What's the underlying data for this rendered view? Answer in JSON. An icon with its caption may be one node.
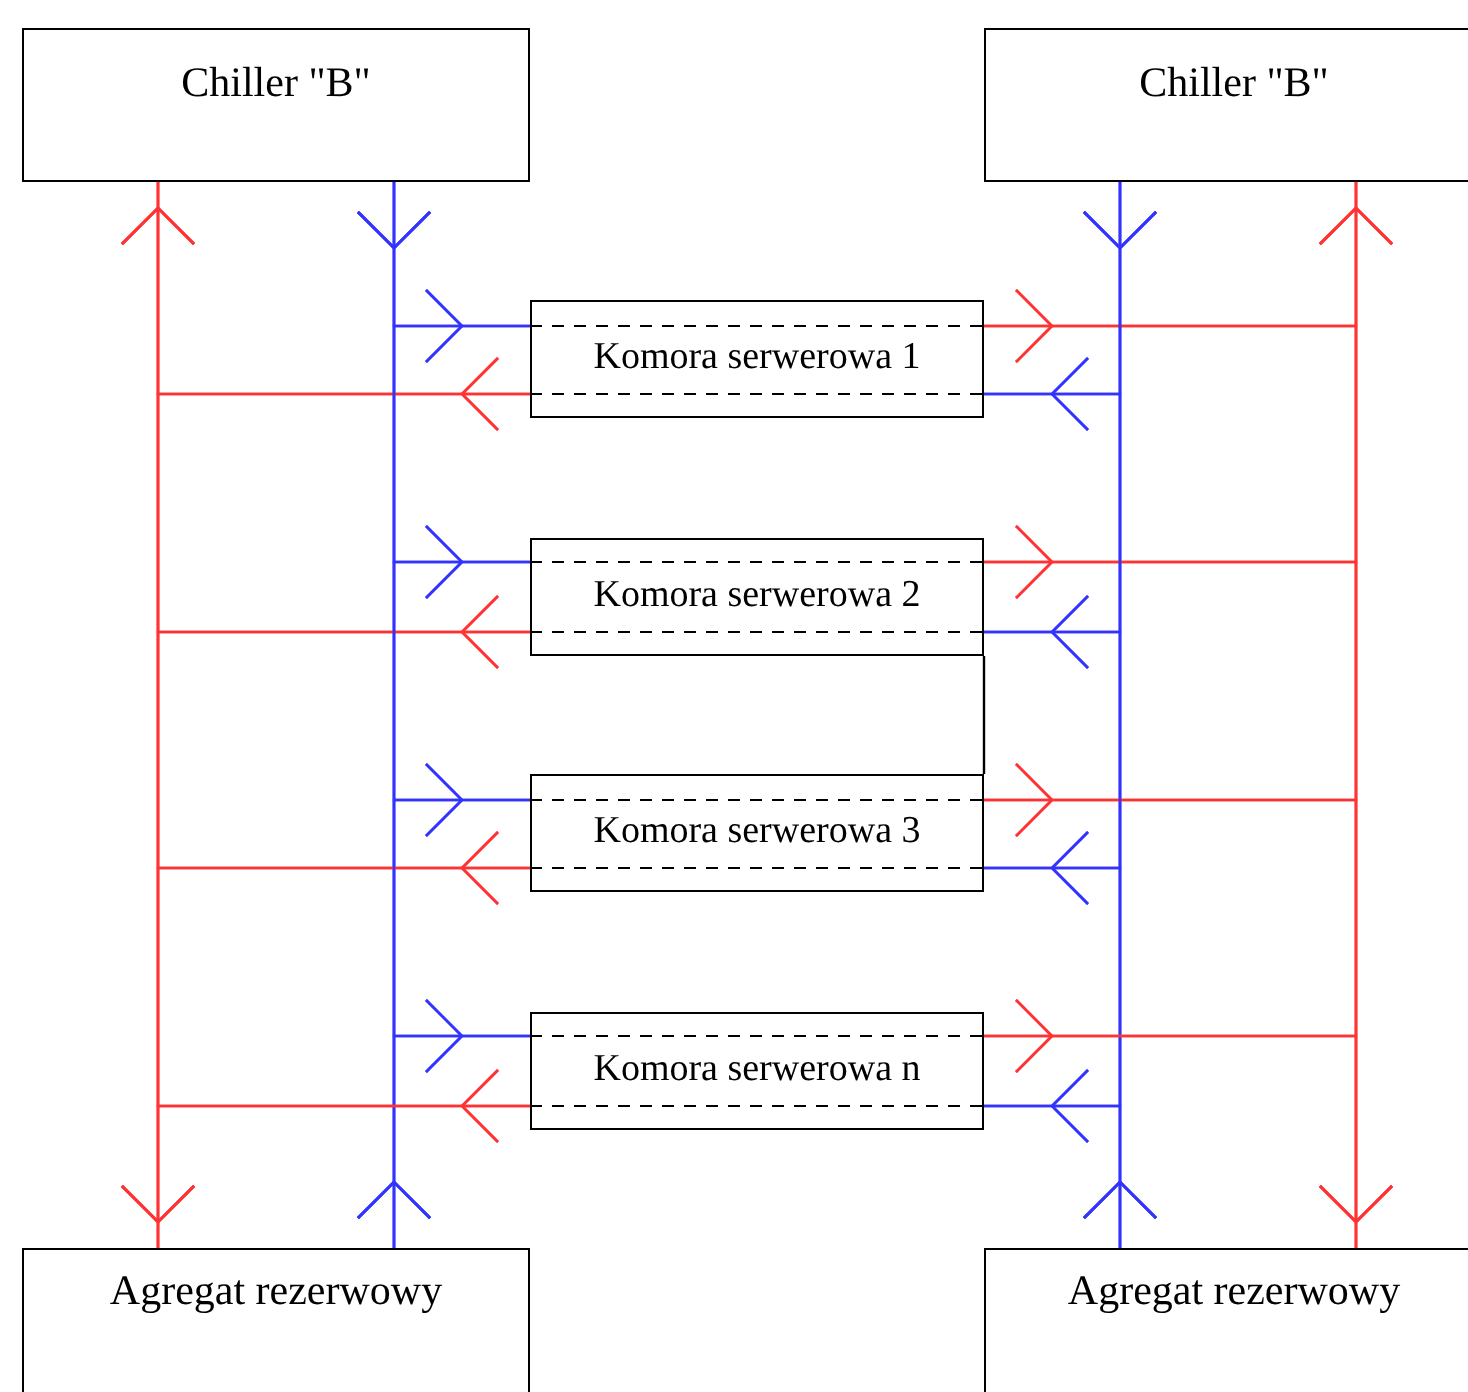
{
  "diagram": {
    "nodes": [
      {
        "text": [
          "Chiller \"B\""
        ]
      },
      {
        "text": [
          "Chiller \"B\""
        ]
      },
      {
        "text": [
          "Komora serwerowa 1"
        ]
      },
      {
        "text": [
          "Komora serwerowa 2"
        ]
      },
      {
        "text": [
          "Komora serwerowa 3"
        ]
      },
      {
        "text": [
          "Komora serwerowa n"
        ]
      },
      {
        "text": [
          "Agregat rezerwowy"
        ]
      },
      {
        "text": [
          "Agregat rezerwowy"
        ]
      }
    ],
    "edges": [
      {
        "from": 0,
        "to": 2,
        "arrow": "to",
        "color": "#3333ff"
      },
      {
        "from": 6,
        "to": 2,
        "arrow": "to",
        "color": "#3333ff"
      },
      {
        "from": 2,
        "to": 0,
        "arrow": "to",
        "color": "#ff3333"
      },
      {
        "from": 2,
        "to": 6,
        "arrow": "to",
        "color": "#ff3333"
      },
      {
        "from": 1,
        "to": 2,
        "arrow": "to",
        "color": "#3333ff"
      },
      {
        "from": 7,
        "to": 2,
        "arrow": "to",
        "color": "#3333ff"
      },
      {
        "from": 2,
        "to": 1,
        "arrow": "to",
        "color": "#ff3333"
      },
      {
        "from": 2,
        "to": 7,
        "arrow": "to",
        "color": "#ff3333"
      },
      {
        "from": 0,
        "to": 3,
        "arrow": "to",
        "color": "#3333ff"
      },
      {
        "from": 6,
        "to": 3,
        "arrow": "to",
        "color": "#3333ff"
      },
      {
        "from": 3,
        "to": 0,
        "arrow": "to",
        "color": "#ff3333"
      },
      {
        "from": 3,
        "to": 6,
        "arrow": "to",
        "color": "#ff3333"
      },
      {
        "from": 1,
        "to": 3,
        "arrow": "to",
        "color": "#3333ff"
      },
      {
        "from": 7,
        "to": 3,
        "arrow": "to",
        "color": "#3333ff"
      },
      {
        "from": 3,
        "to": 1,
        "arrow": "to",
        "color": "#ff3333"
      },
      {
        "from": 3,
        "to": 7,
        "arrow": "to",
        "color": "#ff3333"
      },
      {
        "from": 3,
        "to": 4,
        "arrow": "none",
        "color": "#000000"
      },
      {
        "from": 0,
        "to": 4,
        "arrow": "to",
        "color": "#3333ff"
      },
      {
        "from": 6,
        "to": 4,
        "arrow": "to",
        "color": "#3333ff"
      },
      {
        "from": 4,
        "to": 0,
        "arrow": "to",
        "color": "#ff3333"
      },
      {
        "from": 4,
        "to": 6,
        "arrow": "to",
        "color": "#ff3333"
      },
      {
        "from": 1,
        "to": 4,
        "arrow": "to",
        "color": "#3333ff"
      },
      {
        "from": 7,
        "to": 4,
        "arrow": "to",
        "color": "#3333ff"
      },
      {
        "from": 4,
        "to": 1,
        "arrow": "to",
        "color": "#ff3333"
      },
      {
        "from": 4,
        "to": 7,
        "arrow": "to",
        "color": "#ff3333"
      },
      {
        "from": 0,
        "to": 5,
        "arrow": "to",
        "color": "#3333ff"
      },
      {
        "from": 6,
        "to": 5,
        "arrow": "to",
        "color": "#3333ff"
      },
      {
        "from": 5,
        "to": 0,
        "arrow": "to",
        "color": "#ff3333"
      },
      {
        "from": 5,
        "to": 6,
        "arrow": "to",
        "color": "#ff3333"
      },
      {
        "from": 1,
        "to": 5,
        "arrow": "to",
        "color": "#3333ff"
      },
      {
        "from": 7,
        "to": 5,
        "arrow": "to",
        "color": "#3333ff"
      },
      {
        "from": 5,
        "to": 1,
        "arrow": "to",
        "color": "#ff3333"
      },
      {
        "from": 5,
        "to": 7,
        "arrow": "to",
        "color": "#ff3333"
      }
    ]
  }
}
